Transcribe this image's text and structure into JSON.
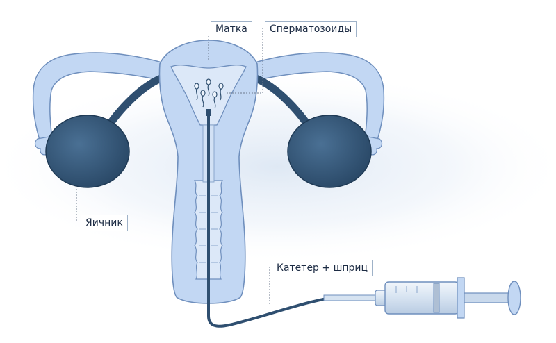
{
  "labels": {
    "uterus": "Матка",
    "sperm": "Сперматозоиды",
    "ovary": "Яичник",
    "catheter": "Катетер + шприц"
  },
  "colors": {
    "organ_fill": "#c2d7f3",
    "organ_light": "#dce8f8",
    "organ_outline": "#6f8fbd",
    "ovary": "#2f5272",
    "tube_dark": "#2f4f70",
    "leader_line": "#6c7a8c",
    "label_border": "#9fb2c8",
    "label_text": "#1d2c44"
  }
}
